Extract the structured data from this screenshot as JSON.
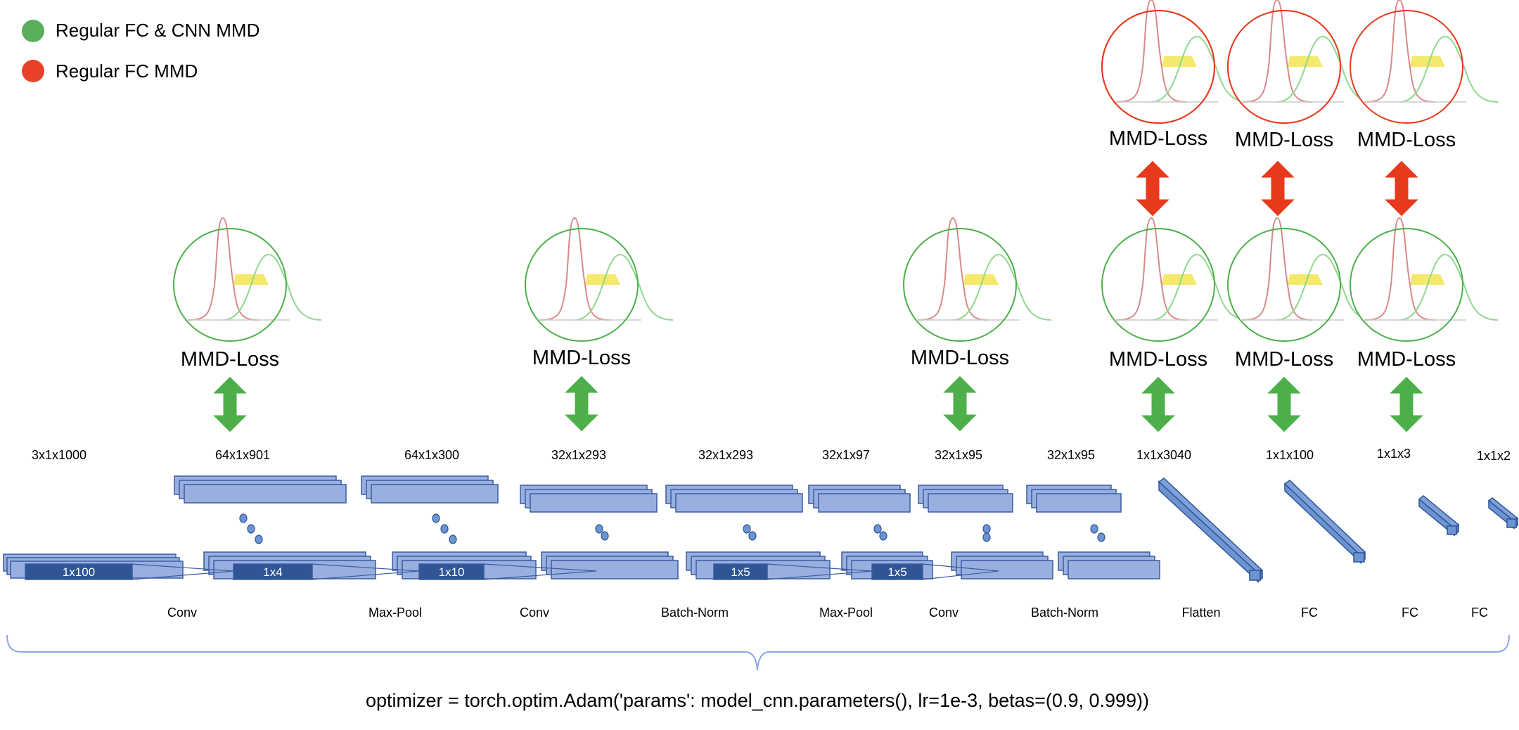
{
  "legend": [
    {
      "label": "Regular FC & CNN MMD",
      "color": "#5aaf5c"
    },
    {
      "label": "Regular FC MMD",
      "color": "#e8412a"
    }
  ],
  "colors": {
    "green": "#4daf4a",
    "red": "#e8391d",
    "layer_fill": "#99afe0",
    "layer_stroke": "#3a5da0",
    "kernel_fill": "#2f5597",
    "bar_fill": "#6b94d0",
    "bar_stroke": "#2f5597",
    "curve_red": "#d88a86",
    "curve_green": "#90d890",
    "overlap": "#f4e96a",
    "brace": "#8eaadb"
  },
  "mmd_label": "MMD-Loss",
  "dims": [
    "3x1x1000",
    "64x1x901",
    "64x1x300",
    "32x1x293",
    "32x1x293",
    "32x1x97",
    "32x1x95",
    "32x1x95",
    "1x1x3040",
    "1x1x100",
    "1x1x3",
    "1x1x2"
  ],
  "layers": [
    "Conv",
    "Max-Pool",
    "Conv",
    "Batch-Norm",
    "Max-Pool",
    "Conv",
    "Batch-Norm",
    "Flatten",
    "FC",
    "FC",
    "FC"
  ],
  "kernels": [
    "1x100",
    "1x4",
    "1x10",
    "1x5",
    "1x5"
  ],
  "optimizer": "optimizer = torch.optim.Adam('params': model_cnn.parameters(), lr=1e-3, betas=(0.9, 0.999))"
}
